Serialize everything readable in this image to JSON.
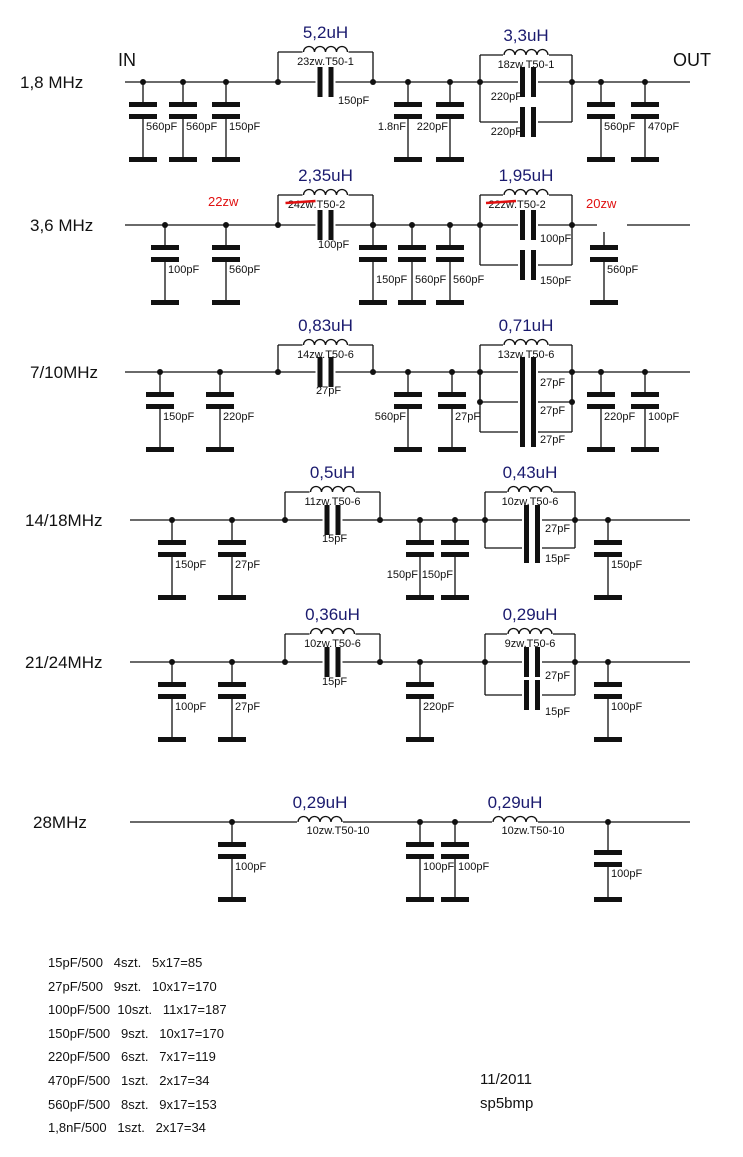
{
  "io": {
    "in": "IN",
    "out": "OUT"
  },
  "rows": [
    {
      "label": "1,8 MHz",
      "shunts": [
        "560pF",
        "560pF",
        "150pF",
        "1.8nF",
        "220pF",
        "560pF",
        "470pF"
      ],
      "sections": [
        {
          "inductance": "5,2uH",
          "winding_struck": "",
          "winding": "23zw.T50-1",
          "caps": [
            "150pF"
          ]
        },
        {
          "inductance": "3,3uH",
          "winding_struck": "",
          "winding": "18zw.T50-1",
          "caps": [
            "220pF",
            "220pF"
          ]
        }
      ],
      "notes": []
    },
    {
      "label": "3,6 MHz",
      "shunts": [
        "100pF",
        "560pF",
        "150pF",
        "560pF",
        "560pF",
        "560pF"
      ],
      "sections": [
        {
          "inductance": "2,35uH",
          "winding_struck": "24zw",
          "winding": ".T50-2",
          "caps": [
            "100pF"
          ]
        },
        {
          "inductance": "1,95uH",
          "winding_struck": "22zw",
          "winding": ".T50-2",
          "caps": [
            "100pF",
            "150pF"
          ]
        }
      ],
      "notes": [
        "22zw",
        "20zw"
      ]
    },
    {
      "label": "7/10MHz",
      "shunts": [
        "150pF",
        "220pF",
        "560pF",
        "27pF",
        "220pF",
        "100pF"
      ],
      "sections": [
        {
          "inductance": "0,83uH",
          "winding_struck": "",
          "winding": "14zw.T50-6",
          "caps": [
            "27pF"
          ]
        },
        {
          "inductance": "0,71uH",
          "winding_struck": "",
          "winding": "13zw.T50-6",
          "caps": [
            "27pF",
            "27pF",
            "27pF"
          ]
        }
      ],
      "notes": []
    },
    {
      "label": "14/18MHz",
      "shunts": [
        "150pF",
        "27pF",
        "150pF",
        "150pF",
        "150pF"
      ],
      "sections": [
        {
          "inductance": "0,5uH",
          "winding_struck": "",
          "winding": "11zw.T50-6",
          "caps": [
            "15pF"
          ]
        },
        {
          "inductance": "0,43uH",
          "winding_struck": "",
          "winding": "10zw.T50-6",
          "caps": [
            "27pF",
            "15pF"
          ]
        }
      ],
      "notes": []
    },
    {
      "label": "21/24MHz",
      "shunts": [
        "100pF",
        "27pF",
        "220pF",
        "100pF"
      ],
      "sections": [
        {
          "inductance": "0,36uH",
          "winding_struck": "",
          "winding": "10zw.T50-6",
          "caps": [
            "15pF"
          ]
        },
        {
          "inductance": "0,29uH",
          "winding_struck": "",
          "winding": "9zw.T50-6",
          "caps": [
            "27pF",
            "15pF"
          ]
        }
      ],
      "notes": []
    },
    {
      "label": "28MHz",
      "shunts": [
        "100pF",
        "100pF",
        "100pF",
        "100pF"
      ],
      "sections": [
        {
          "inductance": "0,29uH",
          "winding_struck": "",
          "winding": "10zw.T50-10",
          "caps": []
        },
        {
          "inductance": "0,29uH",
          "winding_struck": "",
          "winding": "10zw.T50-10",
          "caps": []
        }
      ],
      "notes": []
    }
  ],
  "bom": [
    "15pF/500   4szt.   5x17=85",
    "27pF/500   9szt.   10x17=170",
    "100pF/500  10szt.   11x17=187",
    "150pF/500   9szt.   10x17=170",
    "220pF/500   6szt.   7x17=119",
    "470pF/500   1szt.   2x17=34",
    "560pF/500   8szt.   9x17=153",
    "1,8nF/500   1szt.   2x17=34"
  ],
  "footer": {
    "date": "11/2011",
    "author": "sp5bmp"
  },
  "colors": {
    "line": "#111111",
    "inductance": "#1a1a6e",
    "correction": "#e01010"
  }
}
